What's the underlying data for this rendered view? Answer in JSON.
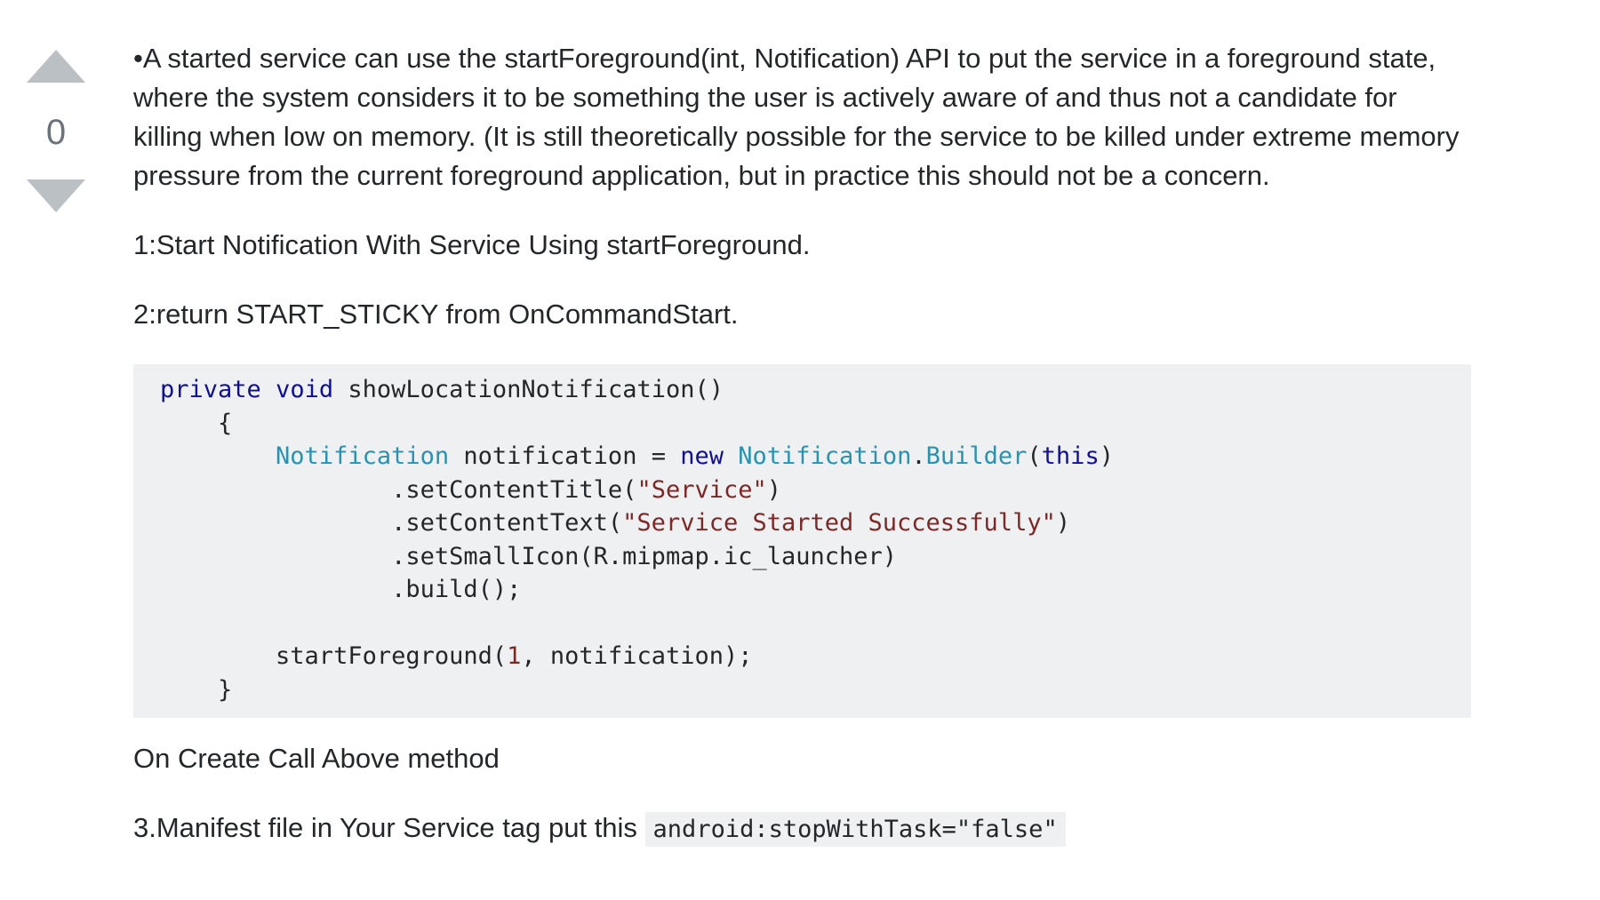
{
  "vote": {
    "score": "0"
  },
  "post": {
    "para1": "•A started service can use the startForeground(int, Notification) API to put the service in a foreground state, where the system considers it to be something the user is actively aware of and thus not a candidate for killing when low on memory. (It is still theoretically possible for the service to be killed under extreme memory pressure from the current foreground application, but in practice this should not be a concern.",
    "step1": "1:Start Notification With Service Using startForeground.",
    "step2": "2:return START_STICKY from OnCommandStart.",
    "code": {
      "l1_kw1": "private",
      "l1_kw2": "void",
      "l1_rest": " showLocationNotification()",
      "l2": "    {",
      "l3_indent": "        ",
      "l3_type": "Notification",
      "l3_mid": " notification = ",
      "l3_new": "new",
      "l3_sp": " ",
      "l3_type2": "Notification",
      "l3_dot": ".",
      "l3_type3": "Builder",
      "l3_paren": "(",
      "l3_this": "this",
      "l3_close": ")",
      "l4_pre": "                .setContentTitle(",
      "l4_str": "\"Service\"",
      "l4_post": ")",
      "l5_pre": "                .setContentText(",
      "l5_str": "\"Service Started Successfully\"",
      "l5_post": ")",
      "l6": "                .setSmallIcon(R.mipmap.ic_launcher)",
      "l7": "                .build();",
      "l8": "",
      "l9_pre": "        startForeground(",
      "l9_num": "1",
      "l9_post": ", notification);",
      "l10": "    }"
    },
    "after_code": "On Create Call Above method",
    "step3_text": "3.Manifest file in Your Service tag put this ",
    "step3_code": "android:stopWithTask=\"false\""
  },
  "colors": {
    "keyword": "#101094",
    "type": "#2b91af",
    "string": "#7d2727",
    "code_bg": "#eff0f1",
    "vote_arrow": "#bbc0c4"
  }
}
